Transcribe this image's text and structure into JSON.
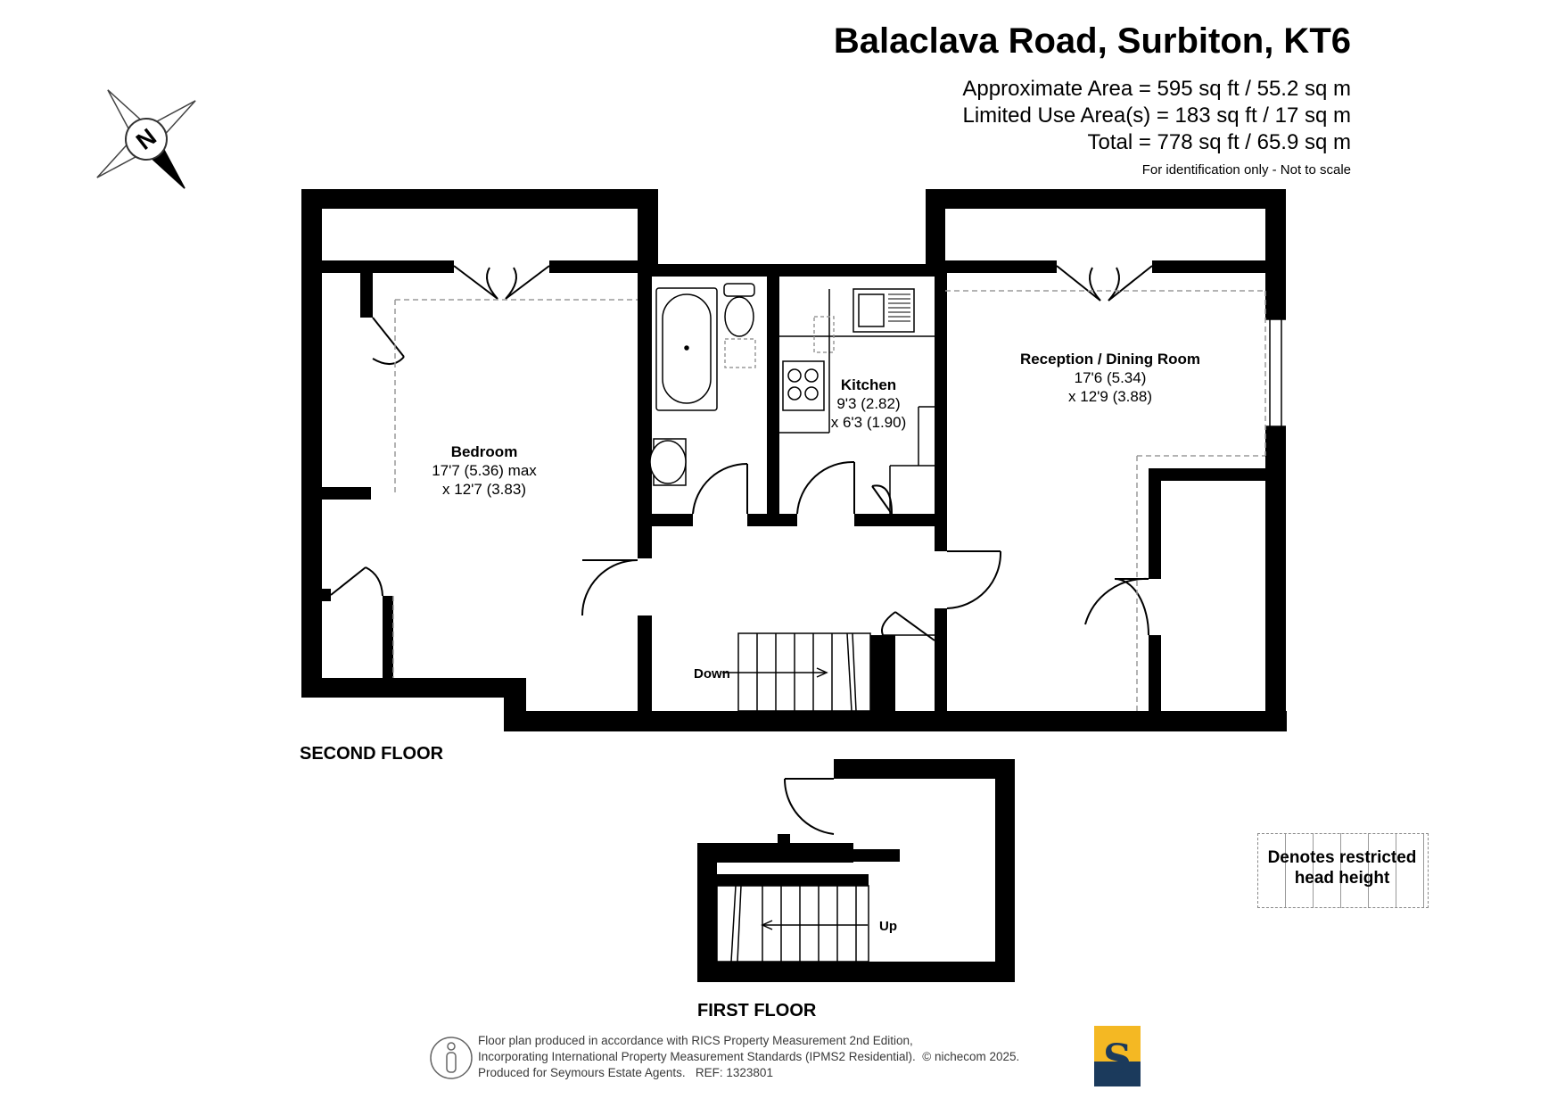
{
  "header": {
    "title": "Balaclava Road, Surbiton, KT6",
    "areas": [
      "Approximate Area = 595 sq ft / 55.2 sq m",
      "Limited Use Area(s) = 183 sq ft / 17 sq m",
      "Total = 778 sq ft / 65.9 sq m"
    ],
    "disclaimer": "For identification only - Not to scale"
  },
  "compass": {
    "letter": "N"
  },
  "rooms": {
    "bedroom": {
      "name": "Bedroom",
      "dim1": "17'7 (5.36) max",
      "dim2": "x 12'7 (3.83)"
    },
    "kitchen": {
      "name": "Kitchen",
      "dim1": "9'3 (2.82)",
      "dim2": "x 6'3 (1.90)"
    },
    "reception": {
      "name": "Reception / Dining Room",
      "dim1": "17'6 (5.34)",
      "dim2": "x 12'9 (3.88)"
    }
  },
  "labels": {
    "down": "Down",
    "up": "Up",
    "second_floor": "SECOND FLOOR",
    "first_floor": "FIRST FLOOR"
  },
  "legend": {
    "line1": "Denotes restricted",
    "line2": "head height"
  },
  "footer": {
    "line1": "Floor plan produced in accordance with RICS Property Measurement 2nd Edition,",
    "line2": "Incorporating International Property Measurement Standards (IPMS2 Residential).",
    "copyright": "© nichecom 2025.",
    "line3": "Produced for Seymours Estate Agents.",
    "ref": "REF: 1323801"
  },
  "logo": {
    "letter": "S",
    "colors": {
      "top": "#f4b823",
      "bottom": "#1b3a5c"
    }
  },
  "colors": {
    "wall": "#000000",
    "dashed": "#9a9a9a"
  }
}
